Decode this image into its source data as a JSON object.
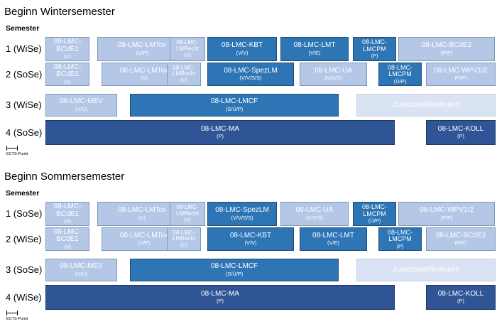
{
  "sections": [
    {
      "title": "Beginn Wintersemester",
      "semester_label": "Semester",
      "ects_label": "ECTS-Punkt",
      "rows": [
        {
          "label": "1 (WiSe)",
          "modules": [
            {
              "name": "08-LMC-\nBCdE1",
              "sub": "(V)",
              "tone": "light"
            },
            {
              "name": "08-LMC-LMTox",
              "sub": "(V/P)",
              "tone": "light"
            },
            {
              "name": "08-LMC-\nLMRecht",
              "sub": "(V)",
              "tone": "light"
            },
            {
              "name": "08-LMC-KBT",
              "sub": "(V/V)",
              "tone": "mid"
            },
            {
              "name": "08-LMC-LMT",
              "sub": "(V/E)",
              "tone": "mid"
            },
            {
              "name": "08-LMC-\nLMCPM",
              "sub": "(P)",
              "tone": "mid"
            },
            {
              "name": "08-LMC-BCdE2",
              "sub": "(P/P)",
              "tone": "light"
            }
          ]
        },
        {
          "label": "2 (SoSe)",
          "modules": [
            {
              "name": "08-LMC-\nBCdE1",
              "sub": "(V)",
              "tone": "light"
            },
            {
              "name": "08-LMC-LMTox",
              "sub": "(V)",
              "tone": "light"
            },
            {
              "name": "08-LMC-\nLMRecht",
              "sub": "(V)",
              "tone": "light"
            },
            {
              "name": "08-LMC-SpezLM",
              "sub": "(V/V/S/S)",
              "tone": "mid"
            },
            {
              "name": "08-LMC-UA",
              "sub": "(V/V/S)",
              "tone": "light"
            },
            {
              "name": "08-LMC-\nLMCPM",
              "sub": "(Ü/P)",
              "tone": "mid"
            },
            {
              "name": "08-LMC-WPV1/2",
              "sub": "(P/P)",
              "tone": "light"
            }
          ]
        },
        {
          "label": "3 (WiSe)",
          "modules": [
            {
              "name": "08-LMC-MEV",
              "sub": "(V/Ü)",
              "tone": "light"
            },
            {
              "name": "08-LMC-LMCF",
              "sub": "(S/Ü/P)",
              "tone": "mid"
            },
            {
              "name": "Zusatzqualifikationen",
              "sub": "",
              "tone": "pale"
            }
          ]
        },
        {
          "label": "4 (SoSe)",
          "modules": [
            {
              "name": "08-LMC-MA",
              "sub": "(P)",
              "tone": "dark"
            },
            {
              "name": "08-LMC-KOLL",
              "sub": "(P)",
              "tone": "dark"
            }
          ]
        }
      ]
    },
    {
      "title": "Beginn Sommersemester",
      "semester_label": "Semester",
      "ects_label": "ECTS-Punkt",
      "rows": [
        {
          "label": "1 (SoSe)",
          "modules": [
            {
              "name": "08-LMC-\nBCdE1",
              "sub": "(V)",
              "tone": "light"
            },
            {
              "name": "08-LMC-LMTox",
              "sub": "(V)",
              "tone": "light"
            },
            {
              "name": "08-LMC-\nLMRecht",
              "sub": "(V)",
              "tone": "light"
            },
            {
              "name": "08-LMC-SpezLM",
              "sub": "(V/V/S/S)",
              "tone": "mid"
            },
            {
              "name": "08-LMC-UA",
              "sub": "(V/V/S)",
              "tone": "light"
            },
            {
              "name": "08-LMC-\nLMCPM",
              "sub": "(Ü/P)",
              "tone": "mid"
            },
            {
              "name": "08-LMC-WPV1/2",
              "sub": "(P/P)",
              "tone": "light"
            }
          ]
        },
        {
          "label": "2 (WiSe)",
          "modules": [
            {
              "name": "08-LMC-\nBCdE1",
              "sub": "(V)",
              "tone": "light"
            },
            {
              "name": "08-LMC-LMTox",
              "sub": "(V/P)",
              "tone": "light"
            },
            {
              "name": "08-LMC-\nLMRecht",
              "sub": "(V)",
              "tone": "light"
            },
            {
              "name": "08-LMC-KBT",
              "sub": "(V/V)",
              "tone": "mid"
            },
            {
              "name": "08-LMC-LMT",
              "sub": "(V/E)",
              "tone": "mid"
            },
            {
              "name": "08-LMC-\nLMCPM",
              "sub": "(P)",
              "tone": "mid"
            },
            {
              "name": "08-LMC-BCdE2",
              "sub": "(P/P)",
              "tone": "light"
            }
          ]
        },
        {
          "label": "3 (SoSe)",
          "modules": [
            {
              "name": "08-LMC-MEV",
              "sub": "(V/Ü)",
              "tone": "light"
            },
            {
              "name": "08-LMC-LMCF",
              "sub": "(S/Ü/P)",
              "tone": "mid"
            },
            {
              "name": "Zusatzqualifikationen",
              "sub": "",
              "tone": "pale"
            }
          ]
        },
        {
          "label": "4 (WiSe)",
          "modules": [
            {
              "name": "08-LMC-MA",
              "sub": "(P)",
              "tone": "dark"
            },
            {
              "name": "08-LMC-KOLL",
              "sub": "(P)",
              "tone": "dark"
            }
          ]
        }
      ]
    }
  ]
}
